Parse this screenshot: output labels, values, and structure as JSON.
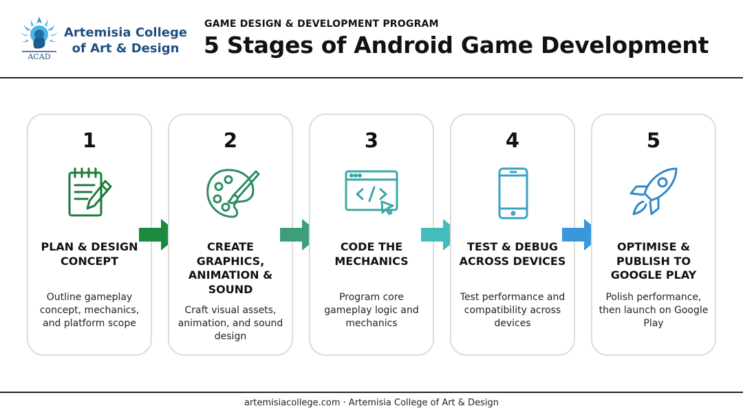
{
  "header": {
    "college_name": "Artemisia College of Art & Design",
    "college_name_line1": "Artemisia College",
    "college_name_line2": "of Art & Design",
    "logo_text": "ACAD",
    "kicker": "GAME DESIGN & DEVELOPMENT PROGRAM",
    "title": "5 Stages of Android Game Development"
  },
  "stages": [
    {
      "number": "1",
      "title": "PLAN & DESIGN CONCEPT",
      "description": "Outline gameplay concept, mechanics, and platform scope",
      "icon": "notepad-pencil-icon",
      "color": "#1b7a3a"
    },
    {
      "number": "2",
      "title": "CREATE GRAPHICS, ANIMATION & SOUND",
      "description": "Craft visual assets, animation, and sound design",
      "icon": "palette-brush-icon",
      "color": "#2e8b63"
    },
    {
      "number": "3",
      "title": "CODE THE MECHANICS",
      "description": "Program core gameplay logic and mechanics",
      "icon": "code-window-icon",
      "color": "#3aa7a4"
    },
    {
      "number": "4",
      "title": "TEST & DEBUG ACROSS DEVICES",
      "description": "Test performance and compatibility across devices",
      "icon": "smartphone-icon",
      "color": "#3aa0c4"
    },
    {
      "number": "5",
      "title": "OPTIMISE & PUBLISH TO GOOGLE PLAY",
      "description": "Polish performance, then launch on Google Play",
      "icon": "rocket-icon",
      "color": "#2f87c8"
    }
  ],
  "arrows": [
    {
      "icon": "arrow-right-icon",
      "color": "#1b8a3c"
    },
    {
      "icon": "arrow-right-icon",
      "color": "#3e9e78"
    },
    {
      "icon": "arrow-right-icon",
      "color": "#45bcbc"
    },
    {
      "icon": "arrow-right-icon",
      "color": "#3b97dc"
    }
  ],
  "footer": {
    "text": "artemisiacollege.com · Artemisia College of Art & Design"
  }
}
